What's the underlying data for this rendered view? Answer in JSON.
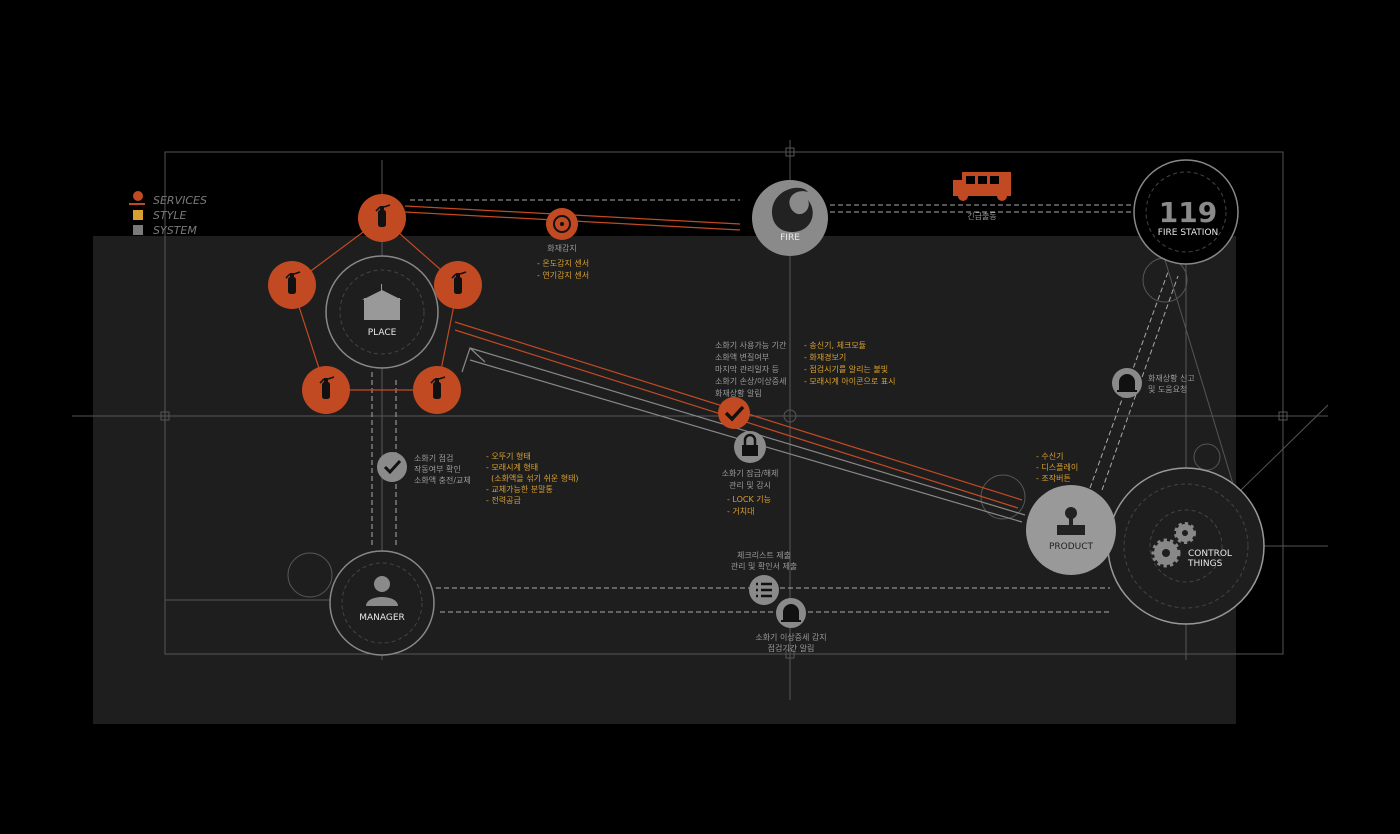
{
  "colors": {
    "services": "#c24a22",
    "style": "#d9a030",
    "system": "#7a7a7a",
    "panel": "#1e1e1e",
    "background": "#000000"
  },
  "legend": [
    {
      "label": "SERVICES",
      "icon": "person-icon"
    },
    {
      "label": "STYLE",
      "icon": "square-icon"
    },
    {
      "label": "SYSTEM",
      "icon": "square-icon"
    }
  ],
  "nodes": {
    "place": "PLACE",
    "fire": "FIRE",
    "fire_station_number": "119",
    "fire_station": "FIRE STATION",
    "product": "PRODUCT",
    "control": [
      "CONTROL",
      "THINGS"
    ],
    "manager": "MANAGER"
  },
  "annotations": {
    "fire_detect": {
      "title": "화재감지",
      "items": [
        "- 온도감지 센서",
        "- 연기감지 센서"
      ]
    },
    "dispatch": "긴급출동",
    "extinguisher_status": [
      "소화기 사용가능 기간",
      "소화액 변질여부",
      "마지막 관리일자 등",
      "소화기 손상/이상증세",
      "화재상황 알림"
    ],
    "product_features": [
      "- 송신기, 체크모듈",
      "- 화재경보기",
      "- 점검시기를 알리는 불빛",
      "- 모래시계 아이콘으로 표시"
    ],
    "lock": {
      "title": [
        "소화기 잠금/해제",
        "관리 및 감시"
      ],
      "items": [
        "- LOCK 기능",
        "- 거치대"
      ]
    },
    "inspection": [
      "소화기 점검",
      "작동여부 확인",
      "소화액 충전/교체"
    ],
    "form": [
      "- 오뚜기 형태",
      "- 모래시계 형태",
      "  (소화액을 섞기 쉬운 형태)",
      "- 교체가능한 분말통",
      "- 전력공급"
    ],
    "report": [
      "화재상황 신고",
      "및 도움요청"
    ],
    "control_parts": [
      "- 수신기",
      "- 디스플레이",
      "- 조작버튼"
    ],
    "checklist": [
      "체크리스트 제출",
      "관리 및 확인서 제출"
    ],
    "alert": [
      "소화기 이상증세 감지",
      "점검기간 알림"
    ]
  }
}
